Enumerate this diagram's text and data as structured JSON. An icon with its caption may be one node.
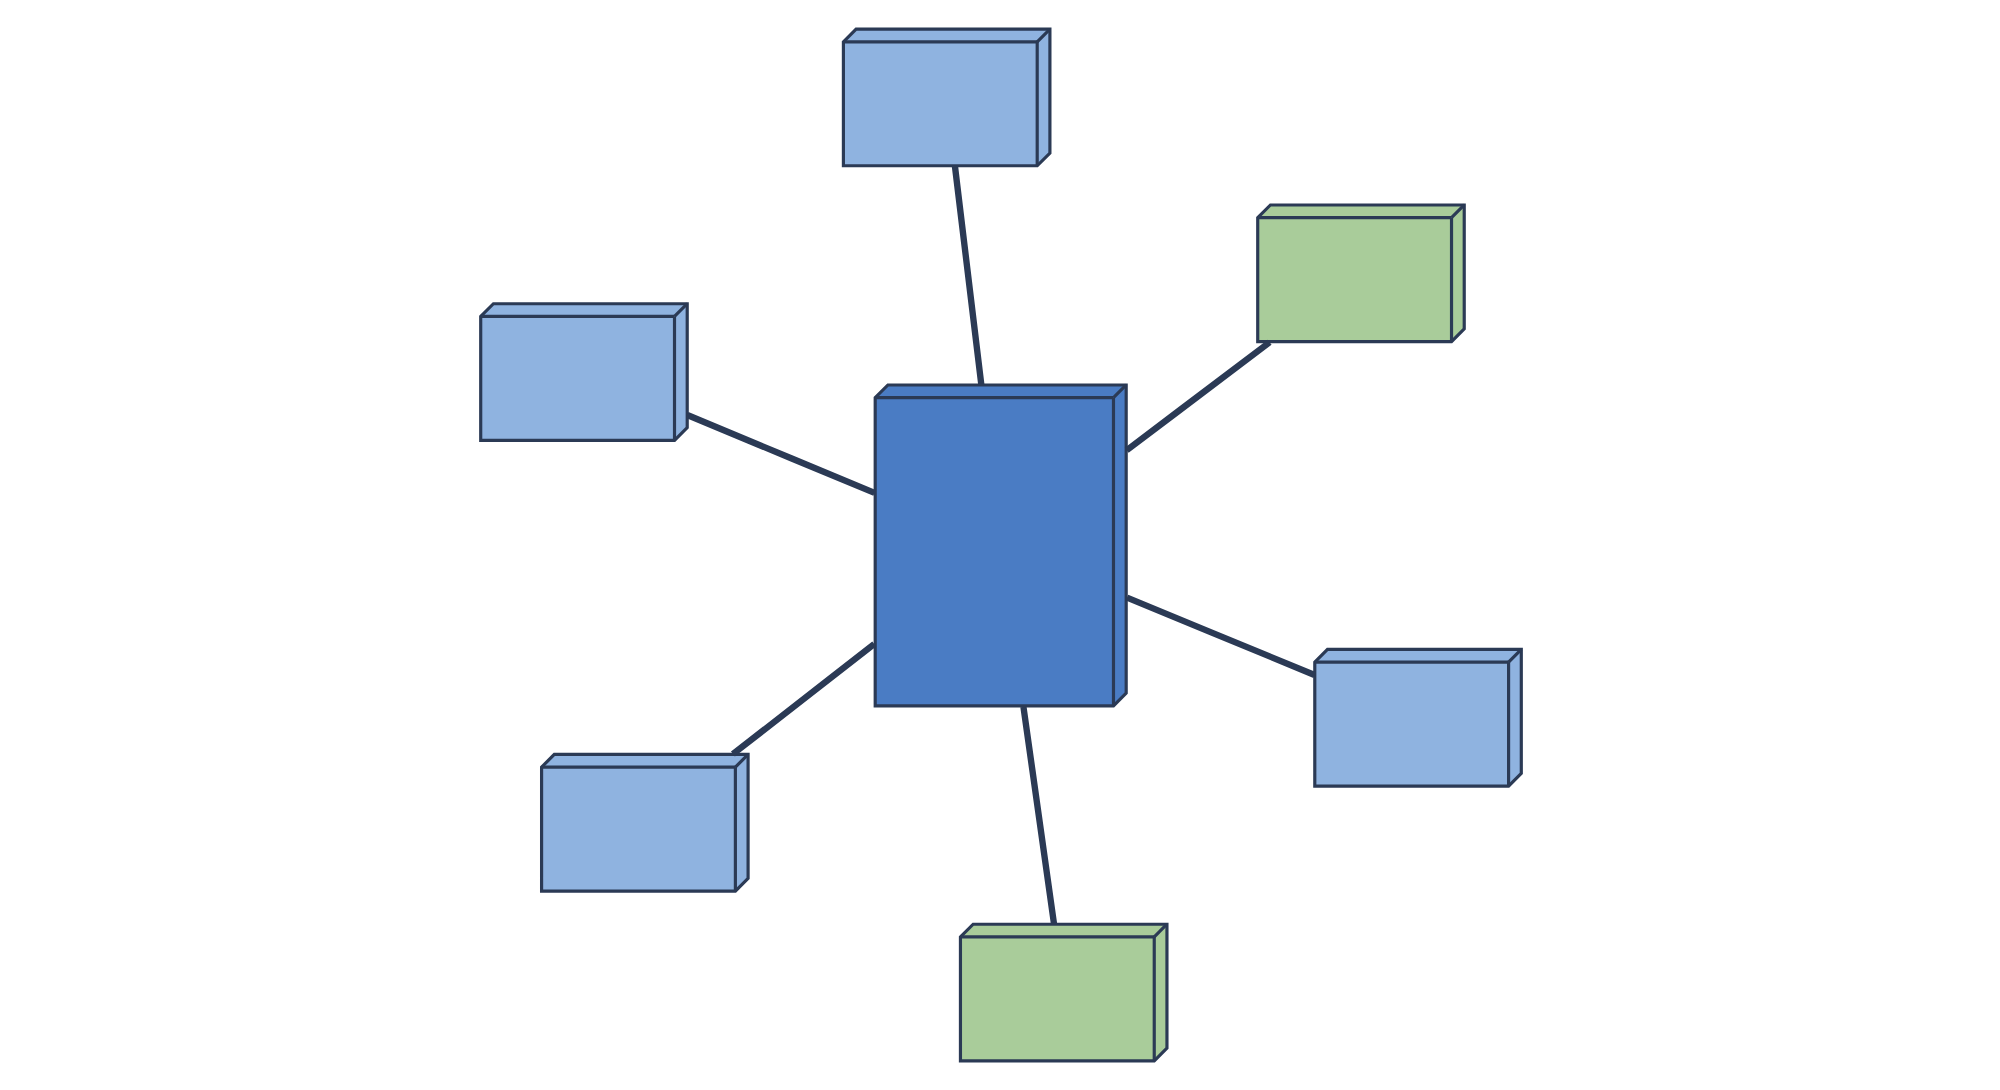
{
  "diagram": {
    "nodes": [
      {
        "text": [],
        "shape": "picture"
      },
      {
        "text": [],
        "shape": "picture"
      },
      {
        "text": [],
        "shape": "picture"
      },
      {
        "text": [],
        "shape": "picture"
      },
      {
        "text": [],
        "shape": "picture"
      },
      {
        "text": [],
        "shape": "picture"
      },
      {
        "text": [],
        "shape": "picture"
      }
    ],
    "edges": [
      {
        "from": 3,
        "to": 0,
        "arrow": "none"
      },
      {
        "from": 3,
        "to": 1,
        "arrow": "none"
      },
      {
        "from": 3,
        "to": 2,
        "arrow": "none"
      },
      {
        "from": 3,
        "to": 4,
        "arrow": "none"
      },
      {
        "from": 3,
        "to": 5,
        "arrow": "none"
      },
      {
        "from": 3,
        "to": 6,
        "arrow": "none"
      }
    ]
  }
}
